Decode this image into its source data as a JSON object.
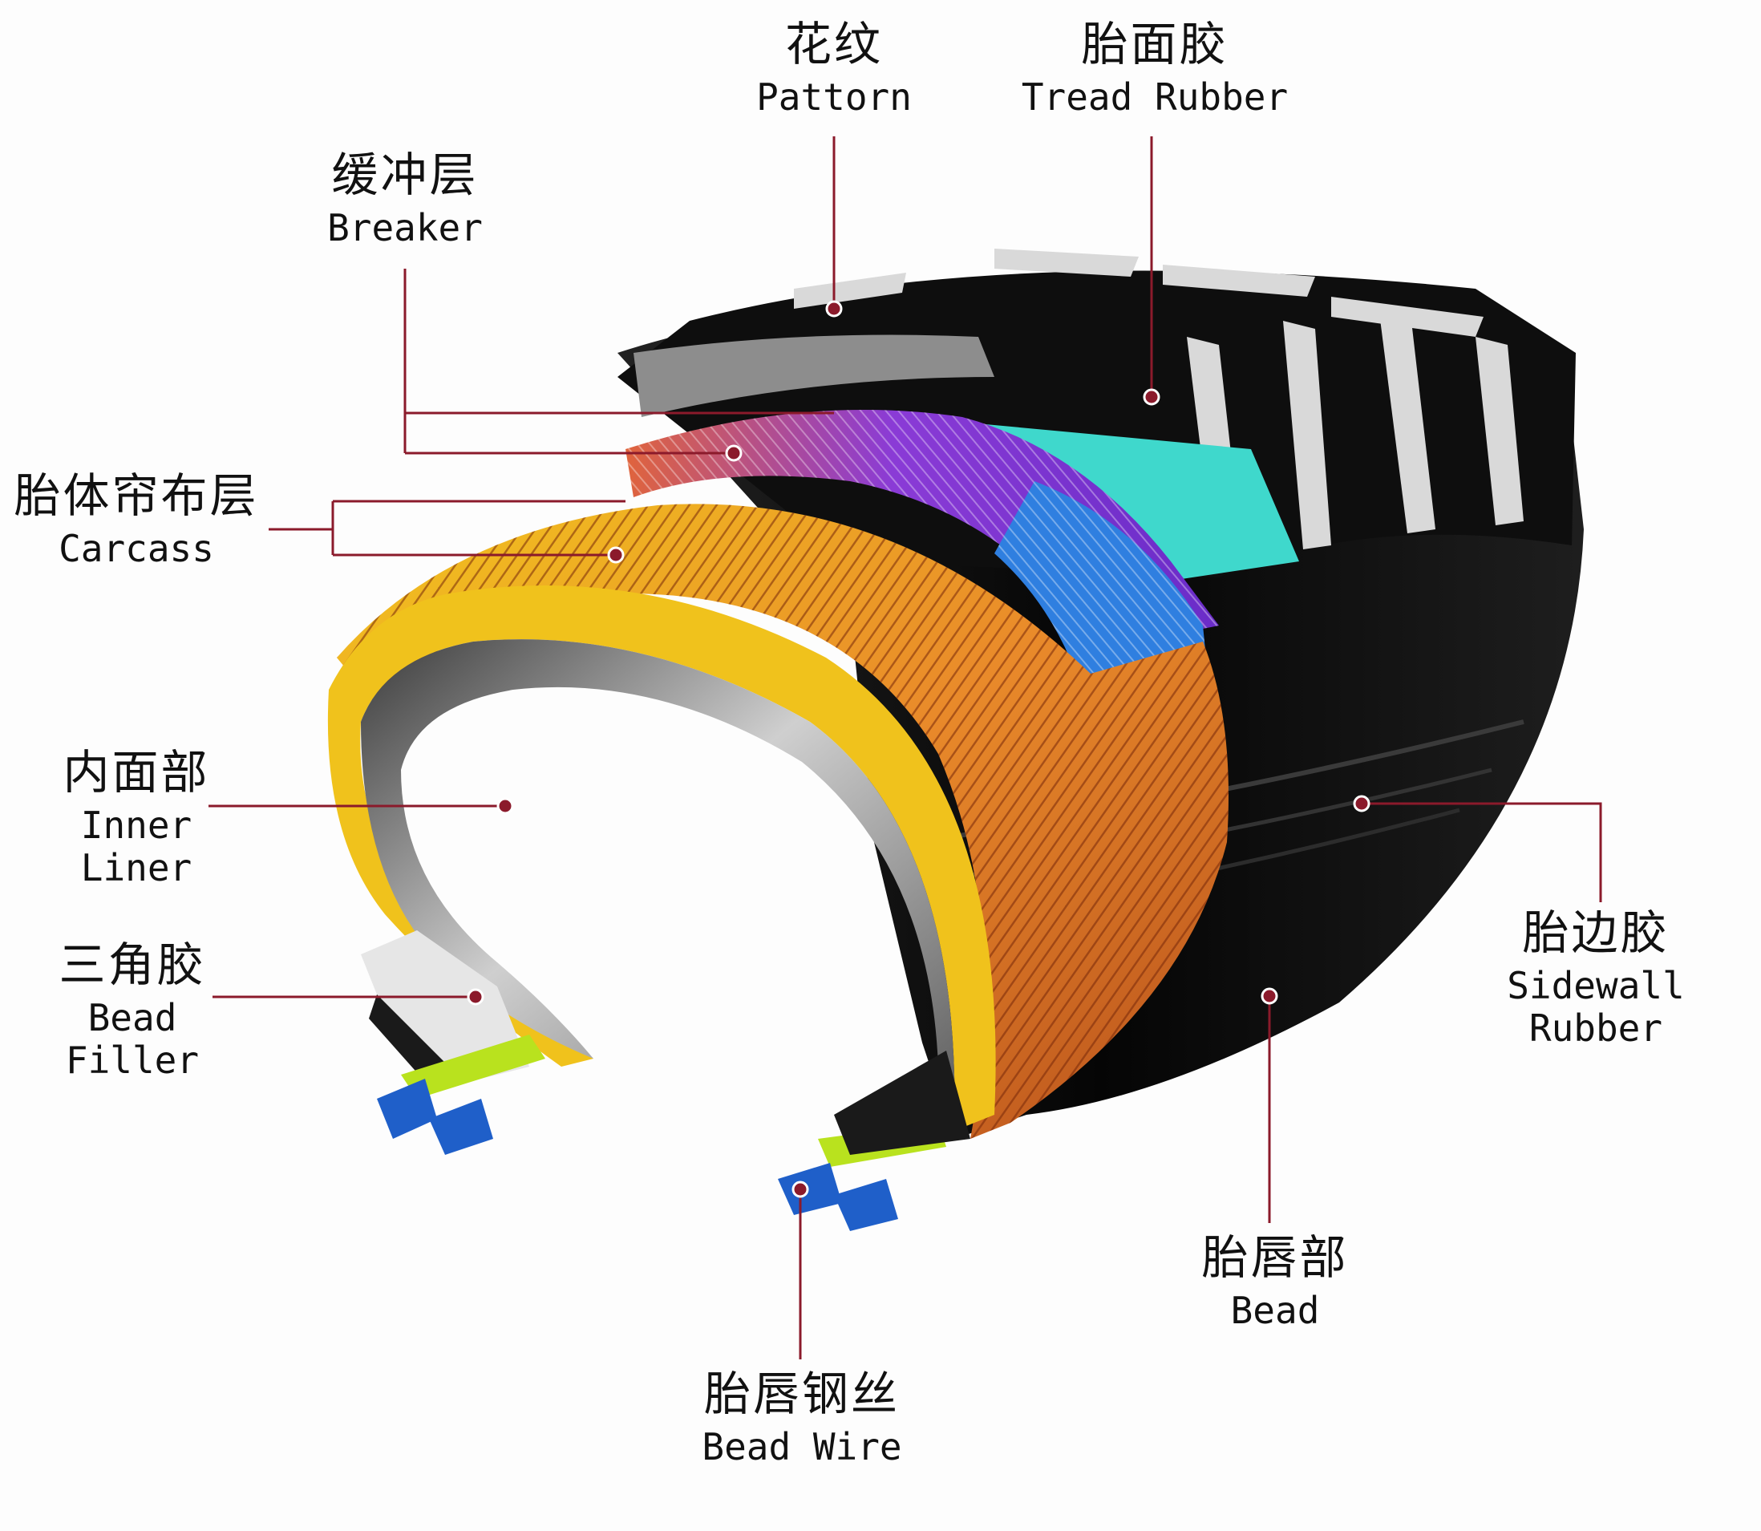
{
  "labels": {
    "pattern": {
      "zh": "花纹",
      "en": "Pattorn"
    },
    "tread": {
      "zh": "胎面胶",
      "en": "Tread Rubber"
    },
    "breaker": {
      "zh": "缓冲层",
      "en": "Breaker"
    },
    "carcass": {
      "zh": "胎体帘布层",
      "en": "Carcass"
    },
    "inner": {
      "zh": "内面部",
      "en": "Inner Liner"
    },
    "filler": {
      "zh": "三角胶",
      "en": "Bead Filler"
    },
    "sidewall": {
      "zh": "胎边胶",
      "en": "Sidewall Rubber"
    },
    "bead": {
      "zh": "胎唇部",
      "en": "Bead"
    },
    "wire": {
      "zh": "胎唇钢丝",
      "en": "Bead Wire"
    }
  },
  "colors": {
    "leader": "#8b1a2b",
    "rubber": "#141414",
    "tread_rubber": "#3fd8cc",
    "breaker_purple": "#8a3bd6",
    "breaker_blue": "#2f7fe0",
    "carcass_orange": "#e98a2a",
    "carcass_yellow": "#f0c21c",
    "inner_liner": "#b8b8b8",
    "bead_filler": "#e6e6e6",
    "bead_wire_green": "#b9e21e",
    "bead_wire_blue": "#1f5fc9"
  }
}
